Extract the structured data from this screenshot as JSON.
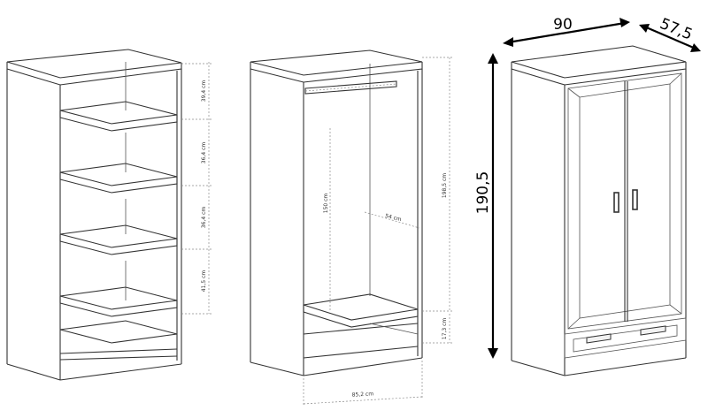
{
  "bookcase": {
    "dims": [
      "39,4 cm",
      "36,4 cm",
      "36,4 cm",
      "41,5 cm"
    ]
  },
  "open_wardrobe": {
    "rail_height": "150 cm",
    "depth": "54 cm",
    "total_height": "198,5 cm",
    "drawer_height": "17,3 cm",
    "width": "85,2 cm"
  },
  "closed_wardrobe": {
    "width": "90",
    "depth": "57,5",
    "height": "190,5"
  }
}
